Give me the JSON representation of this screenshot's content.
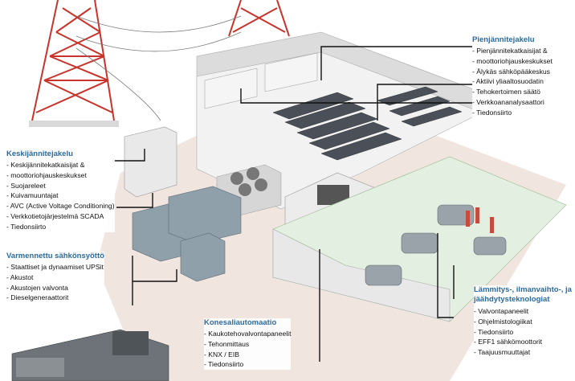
{
  "colors": {
    "heading": "#2a6aa3",
    "tower": "#c8342b",
    "floor": "#f1e6df",
    "wall": "#e4e4e4",
    "green_floor": "#e3efe0",
    "cabinet": "#4b5058",
    "lines": "#111111"
  },
  "callouts": {
    "low_voltage": {
      "title": "Pienjännitejakelu",
      "items": [
        "Pienjännitekatkaisijat &",
        "moottoriohjauskeskukset",
        "Älykäs sähköpääkeskus",
        "Aktiivi yliaaltosuodatin",
        "Tehokertoimen säätö",
        "Verkkoananalysaattori",
        "Tiedonsiirto"
      ]
    },
    "medium_voltage": {
      "title": "Keskijännitejakelu",
      "items": [
        "Keskijännitekatkaisijat &",
        "moottoriohjauskeskukset",
        "Suojareleet",
        "Kuivamuuntajat",
        "AVC (Active Voltage Conditioning)",
        "Verkkotietojärjestelmä SCADA",
        "Tiedonsiirto"
      ]
    },
    "secured_power": {
      "title": "Varmennettu sähkönsyöttö",
      "items": [
        "Staattiset ja dynaamiset UPSit",
        "Akustot",
        "Akustojen valvonta",
        "Dieselgeneraattorit"
      ]
    },
    "building_automation": {
      "title": "Konesaliautomaatio",
      "items": [
        "Kaukotehovalvontapaneelit",
        "Tehonmittaus",
        "KNX / EIB",
        "Tiedonsiirto"
      ]
    },
    "hvac": {
      "title": "Lämmitys-, ilmanvaihto-, ja jäähdytysteknologiat",
      "items": [
        "Valvontapaneelit",
        "Ohjelmistologiikat",
        "Tiedonsiirto",
        "EFF1 sähkömoottorit",
        "Taajuusmuuttajat"
      ]
    }
  }
}
